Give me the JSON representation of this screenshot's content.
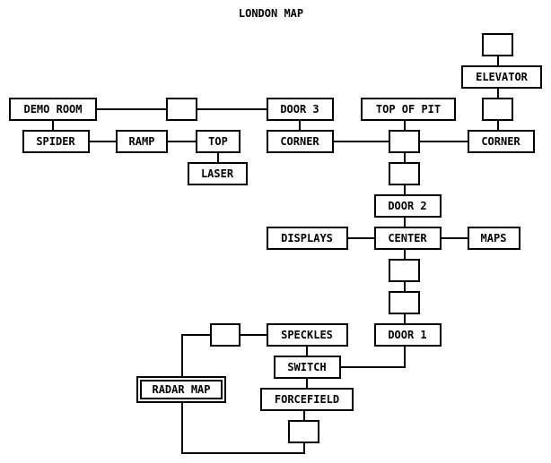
{
  "title": "LONDON MAP",
  "colors": {
    "line": "#000000",
    "background": "#ffffff",
    "box_fill": "#ffffff"
  },
  "nodes": [
    {
      "id": "demo-room",
      "label": "DEMO ROOM"
    },
    {
      "id": "hall-a",
      "label": ""
    },
    {
      "id": "door-3",
      "label": "DOOR 3"
    },
    {
      "id": "spider",
      "label": "SPIDER"
    },
    {
      "id": "ramp",
      "label": "RAMP"
    },
    {
      "id": "top",
      "label": "TOP"
    },
    {
      "id": "laser",
      "label": "LASER"
    },
    {
      "id": "corner-left",
      "label": "CORNER"
    },
    {
      "id": "top-of-pit",
      "label": "TOP OF PIT"
    },
    {
      "id": "pit-junction",
      "label": ""
    },
    {
      "id": "corner-right",
      "label": "CORNER"
    },
    {
      "id": "elevator-top",
      "label": ""
    },
    {
      "id": "elevator",
      "label": "ELEVATOR"
    },
    {
      "id": "elevator-bottom",
      "label": ""
    },
    {
      "id": "pit-below",
      "label": ""
    },
    {
      "id": "door-2",
      "label": "DOOR 2"
    },
    {
      "id": "displays",
      "label": "DISPLAYS"
    },
    {
      "id": "center",
      "label": "CENTER"
    },
    {
      "id": "maps",
      "label": "MAPS"
    },
    {
      "id": "hall-b",
      "label": ""
    },
    {
      "id": "hall-c",
      "label": ""
    },
    {
      "id": "door-1",
      "label": "DOOR 1"
    },
    {
      "id": "hall-d",
      "label": ""
    },
    {
      "id": "speckles",
      "label": "SPECKLES"
    },
    {
      "id": "switch",
      "label": "SWITCH"
    },
    {
      "id": "radar-map",
      "label": "RADAR MAP",
      "current": true
    },
    {
      "id": "forcefield",
      "label": "FORCEFIELD"
    },
    {
      "id": "hall-e",
      "label": ""
    }
  ],
  "edges": [
    [
      "demo-room",
      "hall-a"
    ],
    [
      "hall-a",
      "door-3"
    ],
    [
      "demo-room",
      "spider"
    ],
    [
      "spider",
      "ramp"
    ],
    [
      "ramp",
      "top"
    ],
    [
      "top",
      "laser"
    ],
    [
      "door-3",
      "corner-left"
    ],
    [
      "corner-left",
      "pit-junction"
    ],
    [
      "top-of-pit",
      "pit-junction"
    ],
    [
      "pit-junction",
      "corner-right"
    ],
    [
      "elevator-top",
      "elevator"
    ],
    [
      "elevator",
      "elevator-bottom"
    ],
    [
      "elevator-bottom",
      "corner-right"
    ],
    [
      "pit-junction",
      "pit-below"
    ],
    [
      "pit-below",
      "door-2"
    ],
    [
      "door-2",
      "center"
    ],
    [
      "displays",
      "center"
    ],
    [
      "center",
      "maps"
    ],
    [
      "center",
      "hall-b"
    ],
    [
      "hall-b",
      "hall-c"
    ],
    [
      "hall-c",
      "door-1"
    ],
    [
      "door-1",
      "switch"
    ],
    [
      "hall-d",
      "speckles"
    ],
    [
      "speckles",
      "switch"
    ],
    [
      "switch",
      "forcefield"
    ],
    [
      "forcefield",
      "hall-e"
    ],
    [
      "hall-d",
      "radar-map"
    ],
    [
      "radar-map",
      "hall-e"
    ]
  ]
}
